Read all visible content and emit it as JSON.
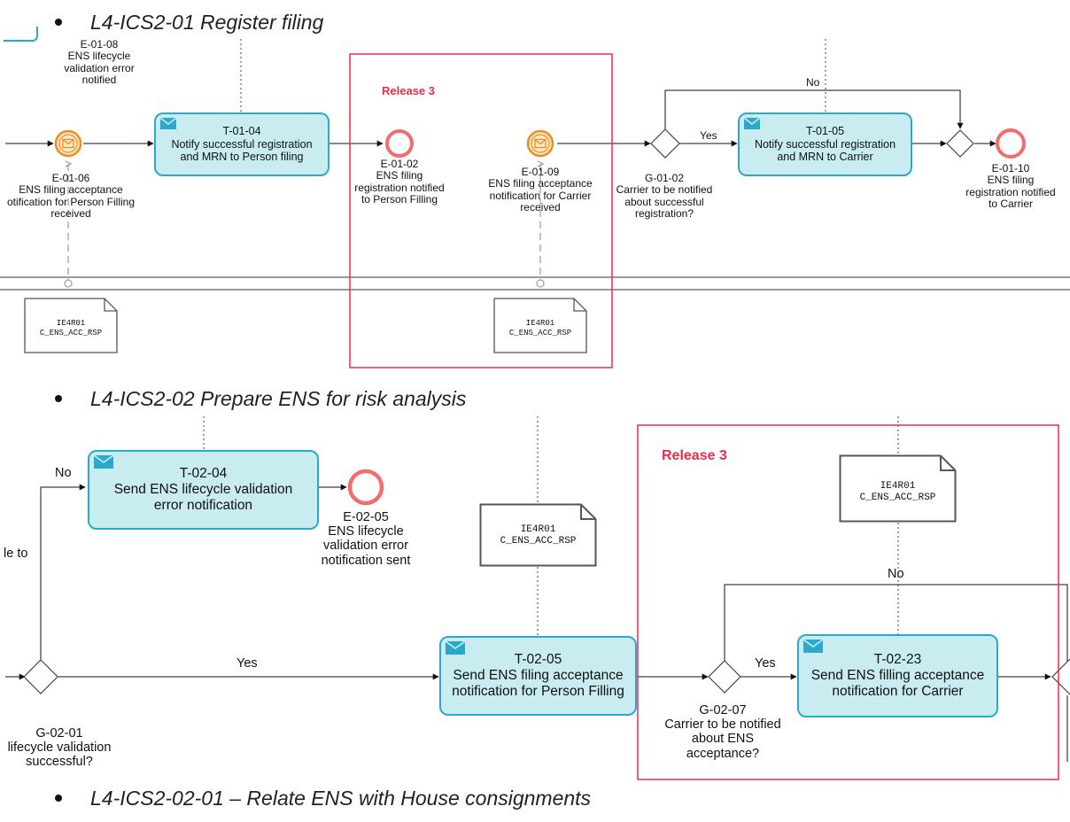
{
  "headings": {
    "h1": "L4-ICS2-01 Register filing",
    "h2": "L4-ICS2-02 Prepare ENS for risk analysis",
    "h3": "L4-ICS2-02-01 – Relate ENS with House consignments"
  },
  "section1": {
    "release_label": "Release 3",
    "tasks": {
      "t0104": [
        "T-01-04",
        "Notify successful registration",
        "and MRN to Person filing"
      ],
      "t0105": [
        "T-01-05",
        "Notify successful registration",
        "and MRN to Carrier"
      ]
    },
    "events": {
      "e0108": [
        "E-01-08",
        "ENS lifecycle",
        "validation error",
        "notified"
      ],
      "e0106": [
        "E-01-06",
        "ENS filing acceptance",
        "otification for Person Filling",
        "received"
      ],
      "e0102": [
        "E-01-02",
        "ENS filing",
        "registration notified",
        "to Person Filling"
      ],
      "e0109": [
        "E-01-09",
        "ENS filing acceptance",
        "notification for Carrier",
        "received"
      ],
      "e0110": [
        "E-01-10",
        "ENS filing",
        "registration notified",
        "to Carrier"
      ]
    },
    "gateway": [
      "G-01-02",
      "Carrier to be notified",
      "about successful",
      "registration?"
    ],
    "flow_labels": {
      "yes": "Yes",
      "no": "No"
    },
    "doc": [
      "IE4R01",
      "C_ENS_ACC_RSP"
    ]
  },
  "section2": {
    "release_label": "Release 3",
    "tasks": {
      "t0204": [
        "T-02-04",
        "Send ENS lifecycle validation",
        "error notification"
      ],
      "t0205": [
        "T-02-05",
        "Send ENS filing acceptance",
        "notification for Person Filling"
      ],
      "t0223": [
        "T-02-23",
        "Send ENS filling acceptance",
        "notification for Carrier"
      ]
    },
    "events": {
      "e0205": [
        "E-02-05",
        "ENS lifecycle",
        "validation error",
        "notification sent"
      ]
    },
    "gateways": {
      "g0201": [
        "G-02-01",
        "lifecycle validation",
        "successful?"
      ],
      "g0207": [
        "G-02-07",
        "Carrier to be notified",
        "about ENS",
        "acceptance?"
      ]
    },
    "partial_label": "le to",
    "flow_labels": {
      "no_left": "No",
      "yes_main": "Yes",
      "yes_right": "Yes",
      "no_right": "No"
    },
    "doc": [
      "IE4R01",
      "C_ENS_ACC_RSP"
    ]
  },
  "colors": {
    "task_fill": "#c9ecf1",
    "task_border": "#2aa9cd",
    "end_event": "#f26d6d",
    "message_event": "#f08c1e",
    "release_box": "#ee2b4b"
  }
}
